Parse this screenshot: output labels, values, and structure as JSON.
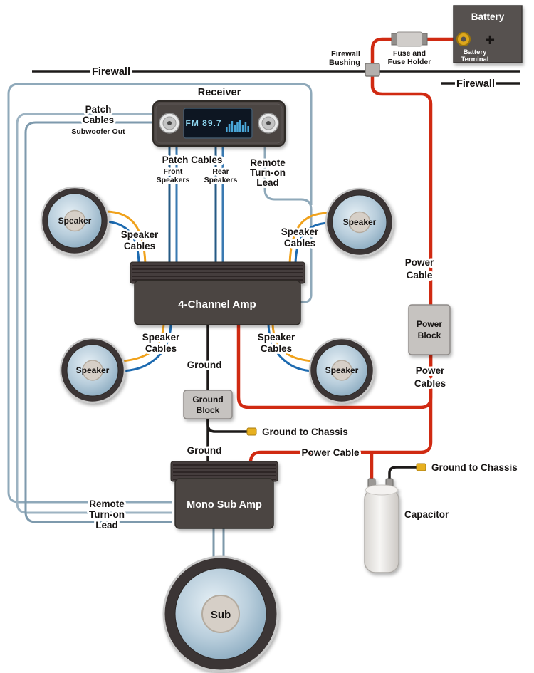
{
  "battery": {
    "title": "Battery",
    "plus": "+",
    "terminal_line1": "Battery",
    "terminal_line2": "Terminal"
  },
  "fuse": {
    "line1": "Fuse and",
    "line2": "Fuse Holder"
  },
  "firewall": {
    "left": "Firewall",
    "right": "Firewall",
    "bushing_line1": "Firewall",
    "bushing_line2": "Bushing"
  },
  "receiver": {
    "title": "Receiver",
    "display": "FM 89.7"
  },
  "patch_subwoofer": {
    "line1": "Patch",
    "line2": "Cables",
    "line3": "Subwoofer Out"
  },
  "patch_main": {
    "title": "Patch Cables",
    "front_line1": "Front",
    "front_line2": "Speakers",
    "rear_line1": "Rear",
    "rear_line2": "Speakers"
  },
  "remote_top": {
    "line1": "Remote",
    "line2": "Turn-on",
    "line3": "Lead"
  },
  "remote_bottom": {
    "line1": "Remote",
    "line2": "Turn-on",
    "line3": "Lead"
  },
  "amp_4channel": {
    "label": "4-Channel Amp"
  },
  "mono_sub_amp": {
    "label": "Mono Sub Amp"
  },
  "speakers": {
    "front_left": "Speaker",
    "front_right": "Speaker",
    "rear_left": "Speaker",
    "rear_right": "Speaker",
    "sub": "Sub"
  },
  "speaker_cables": {
    "front_left_line1": "Speaker",
    "front_left_line2": "Cables",
    "front_right_line1": "Speaker",
    "front_right_line2": "Cables",
    "rear_left_line1": "Speaker",
    "rear_left_line2": "Cables",
    "rear_right_line1": "Speaker",
    "rear_right_line2": "Cables"
  },
  "ground": {
    "upper": "Ground",
    "lower": "Ground",
    "block_line1": "Ground",
    "block_line2": "Block",
    "to_chassis_mid": "Ground to Chassis",
    "to_chassis_right": "Ground to Chassis"
  },
  "power": {
    "cable_right_line1": "Power",
    "cable_right_line2": "Cable",
    "block_line1": "Power",
    "block_line2": "Block",
    "cables_line1": "Power",
    "cables_line2": "Cables",
    "cable_mid_label": "Power Cable"
  },
  "capacitor": {
    "label": "Capacitor"
  },
  "colors": {
    "power_cable": "#d02a12",
    "speaker_wire_positive": "#f0a21c",
    "speaker_wire_negative": "#1c6ab0",
    "patch_cable_dark": "#255a85",
    "patch_cable_light": "#3a7ab2",
    "remote_lead": "#8fa9ba",
    "ground_wire": "#1d1a19",
    "connector_gold": "#e7b020",
    "component_dark": "#4c4442",
    "block_gray": "#c6c3c0"
  }
}
